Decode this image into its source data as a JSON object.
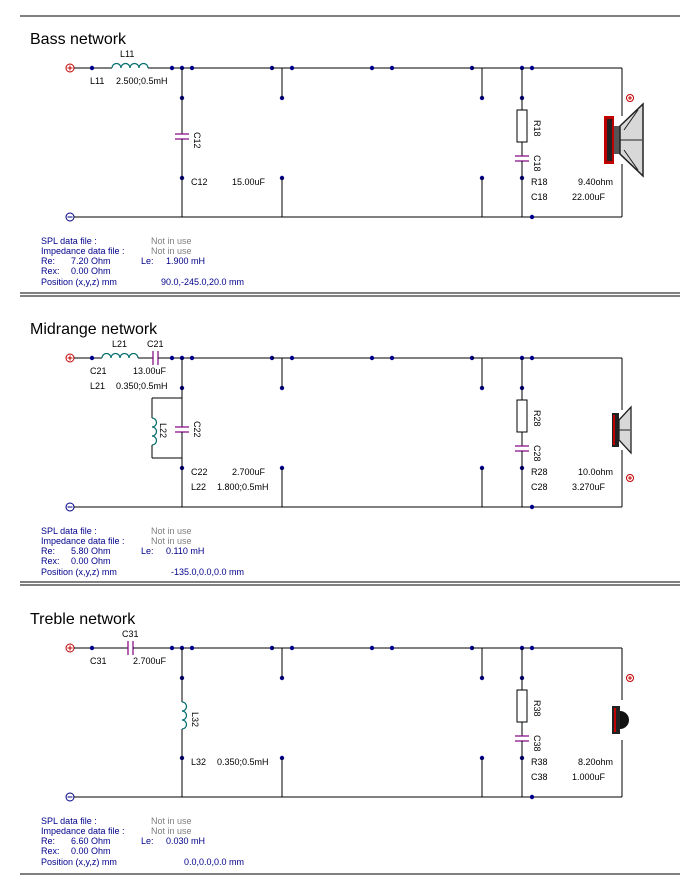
{
  "sections": [
    {
      "title": "Bass network",
      "labels": {
        "L11_top": "L11",
        "L11_label": "L11",
        "L11_value": "2.500;0.5mH",
        "C12_rot": "C12",
        "C12_label": "C12",
        "C12_value": "15.00uF",
        "R18_rot": "R18",
        "C18_rot": "C18",
        "R18_label": "R18",
        "R18_value": "9.40ohm",
        "C18_label": "C18",
        "C18_value": "22.00uF"
      },
      "info": {
        "spl_label": "SPL data file :",
        "spl_value": "Not in use",
        "imp_label": "Impedance data file :",
        "imp_value": "Not in use",
        "re_label": "Re:",
        "re_value": "7.20 Ohm",
        "le_label": "Le:",
        "le_value": "1.900 mH",
        "rex_label": "Rex:",
        "rex_value": "0.00 Ohm",
        "pos_label": "Position (x,y,z) mm",
        "pos_value": "90.0,-245.0,20.0 mm"
      }
    },
    {
      "title": "Midrange network",
      "labels": {
        "L21_top": "L21",
        "C21_top": "C21",
        "C21_label": "C21",
        "C21_value": "13.00uF",
        "L21_label": "L21",
        "L21_value": "0.350;0.5mH",
        "L22_rot": "L22",
        "C22_rot": "C22",
        "C22_label": "C22",
        "C22_value": "2.700uF",
        "L22_label": "L22",
        "L22_value": "1.800;0.5mH",
        "R28_rot": "R28",
        "C28_rot": "C28",
        "R28_label": "R28",
        "R28_value": "10.0ohm",
        "C28_label": "C28",
        "C28_value": "3.270uF"
      },
      "info": {
        "spl_label": "SPL data file :",
        "spl_value": "Not in use",
        "imp_label": "Impedance data file :",
        "imp_value": "Not in use",
        "re_label": "Re:",
        "re_value": "5.80 Ohm",
        "le_label": "Le:",
        "le_value": "0.110 mH",
        "rex_label": "Rex:",
        "rex_value": "0.00 Ohm",
        "pos_label": "Position (x,y,z) mm",
        "pos_value": "-135.0,0.0,0.0 mm"
      }
    },
    {
      "title": "Treble network",
      "labels": {
        "C31_top": "C31",
        "C31_label": "C31",
        "C31_value": "2.700uF",
        "L32_rot": "L32",
        "L32_label": "L32",
        "L32_value": "0.350;0.5mH",
        "R38_rot": "R38",
        "C38_rot": "C38",
        "R38_label": "R38",
        "R38_value": "8.20ohm",
        "C38_label": "C38",
        "C38_value": "1.000uF"
      },
      "info": {
        "spl_label": "SPL data file :",
        "spl_value": "Not in use",
        "imp_label": "Impedance data file :",
        "imp_value": "Not in use",
        "re_label": "Re:",
        "re_value": "6.60 Ohm",
        "le_label": "Le:",
        "le_value": "0.030 mH",
        "rex_label": "Rex:",
        "rex_value": "0.00 Ohm",
        "pos_label": "Position (x,y,z) mm",
        "pos_value": "0.0,0.0,0.0 mm"
      }
    }
  ],
  "colors": {
    "dots": "#00008b",
    "info_text": "#00008b",
    "grey_text": "#808080",
    "coil": "#006b6b",
    "capacitor": "#800080",
    "plus_terminal": "#c00000",
    "speaker_magnet": "#c00000"
  }
}
